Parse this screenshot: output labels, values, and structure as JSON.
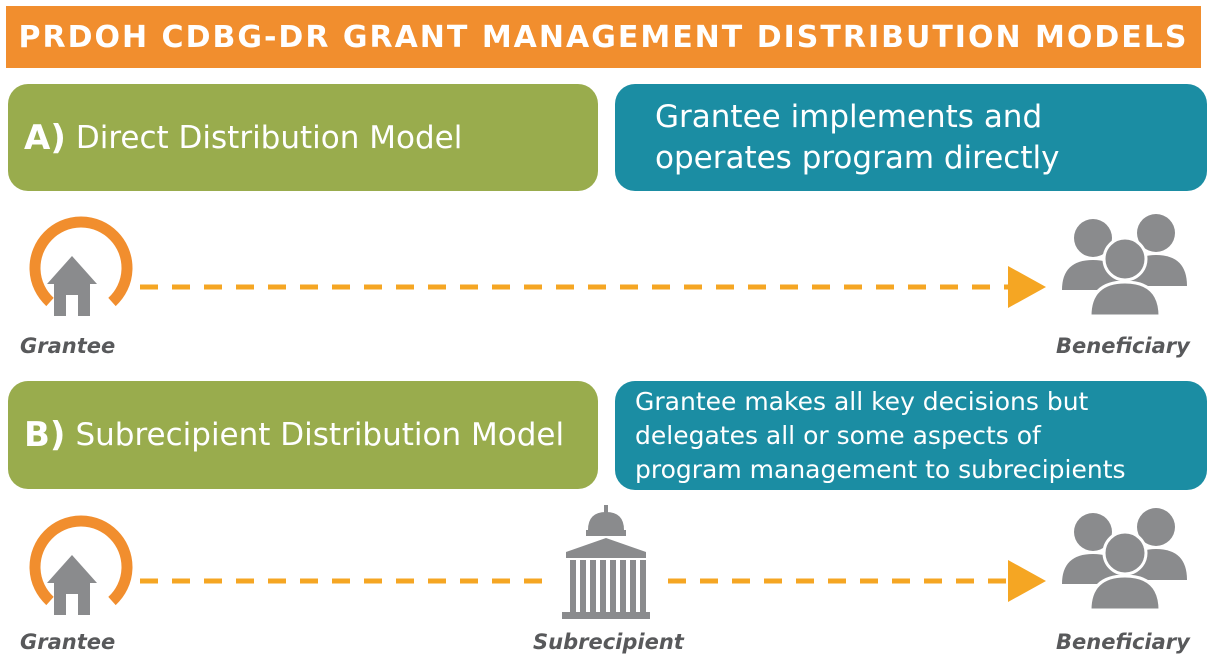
{
  "title": "PRDOH CDBG-DR GRANT MANAGEMENT DISTRIBUTION MODELS",
  "models": [
    {
      "letter": "A)",
      "name": "Direct Distribution Model",
      "description_lines": [
        "Grantee implements and",
        "operates program directly"
      ],
      "nodes": [
        "Grantee",
        "Beneficiary"
      ]
    },
    {
      "letter": "B)",
      "name": "Subrecipient Distribution Model",
      "description_lines": [
        "Grantee makes all key decisions but",
        "delegates all or some aspects of",
        "program management to subrecipients"
      ],
      "nodes": [
        "Grantee",
        "Subrecipient",
        "Beneficiary"
      ]
    }
  ],
  "colors": {
    "banner": "#f18e2e",
    "model_box": "#99ac4d",
    "description_box": "#1b8da3",
    "arrow": "#f5a623",
    "icon_gray": "#8a8b8d",
    "label_gray": "#58595b"
  },
  "icons": [
    "house-icon",
    "people-group-icon",
    "capitol-building-icon",
    "dashed-arrow"
  ]
}
